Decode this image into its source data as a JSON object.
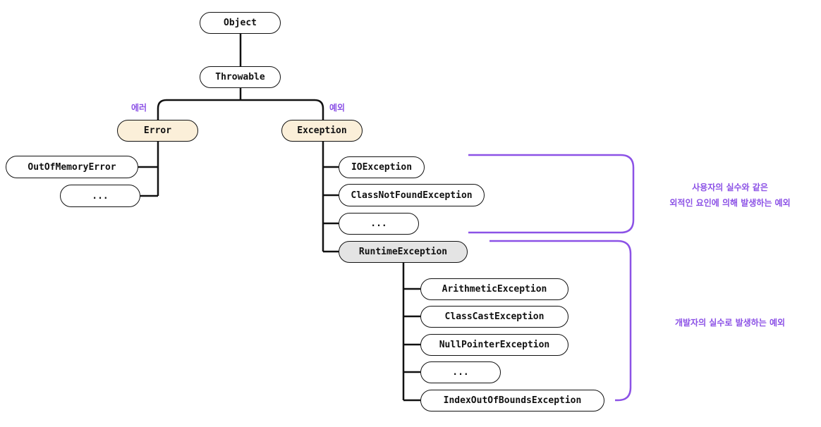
{
  "colors": {
    "line": "#111111",
    "accent": "#8c52e6",
    "error_fill": "#fbefd9",
    "runtime_fill": "#e4e4e4"
  },
  "nodes": {
    "object": "Object",
    "throwable": "Throwable",
    "error": "Error",
    "exception": "Exception",
    "out_of_memory_error": "OutOfMemoryError",
    "error_more": "...",
    "io_exception": "IOException",
    "class_not_found_exception": "ClassNotFoundException",
    "checked_more": "...",
    "runtime_exception": "RuntimeException",
    "arithmetic_exception": "ArithmeticException",
    "class_cast_exception": "ClassCastException",
    "null_pointer_exception": "NullPointerException",
    "runtime_more": "...",
    "index_out_of_bounds_exception": "IndexOutOfBoundsException"
  },
  "labels": {
    "error_label": "에러",
    "exception_label": "예외",
    "checked_note_line1": "사용자의 실수와 같은",
    "checked_note_line2": "외적인 요인에 의해 발생하는 예외",
    "runtime_note": "개발자의 실수로 발생하는 예외"
  }
}
